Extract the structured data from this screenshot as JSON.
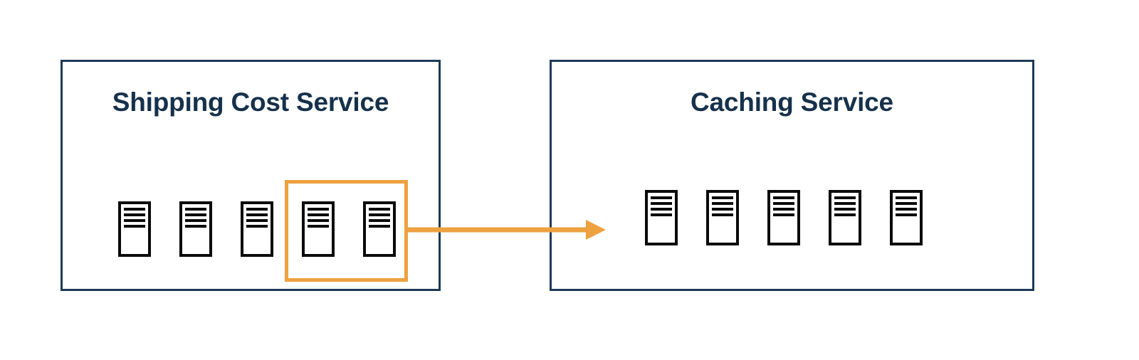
{
  "diagram": {
    "title": "Shipping Cost Service caching architecture",
    "colors": {
      "panel_border": "#1d3a57",
      "panel_title_text": "#16314c",
      "server_outline": "#0a0a0a",
      "highlight": "#eda13f",
      "arrow": "#eda13f",
      "background": "#ffffff"
    }
  },
  "panels": [
    {
      "id": "shipping-cost-service",
      "title": "Shipping Cost Service",
      "server_count": 5,
      "server_bar_count": 4,
      "servers": [
        {
          "index": 1,
          "highlighted": false
        },
        {
          "index": 2,
          "highlighted": false
        },
        {
          "index": 3,
          "highlighted": false
        },
        {
          "index": 4,
          "highlighted": true
        },
        {
          "index": 5,
          "highlighted": true
        }
      ]
    },
    {
      "id": "caching-service",
      "title": "Caching Service",
      "server_count": 5,
      "server_bar_count": 4,
      "servers": [
        {
          "index": 1,
          "highlighted": false
        },
        {
          "index": 2,
          "highlighted": false
        },
        {
          "index": 3,
          "highlighted": false
        },
        {
          "index": 4,
          "highlighted": false
        },
        {
          "index": 5,
          "highlighted": false
        }
      ]
    }
  ],
  "highlight": {
    "label": "selected-server-group",
    "enclosed_servers": 2,
    "color": "#eda13f"
  },
  "connector": {
    "label": "shipping-cost-to-caching-flow",
    "direction": "right",
    "from": "shipping-cost-service",
    "to": "caching-service",
    "color": "#eda13f"
  }
}
